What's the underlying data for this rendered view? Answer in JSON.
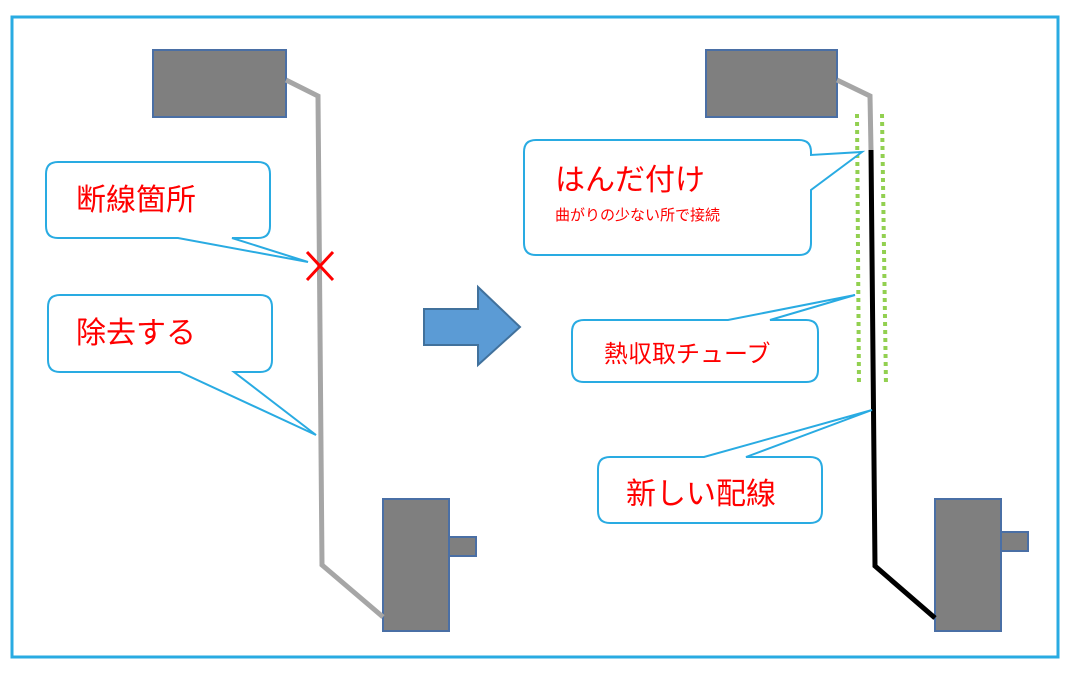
{
  "colors": {
    "frame": "#29abe2",
    "box": "#7f7f7f",
    "old_wire": "#a6a6a6",
    "new_wire": "#000000",
    "tube": "#92d050",
    "arrow": "#5b9bd5",
    "callout_border": "#29abe2",
    "text": "#ff0000",
    "cross": "#ff0000"
  },
  "left": {
    "break_label": "断線箇所",
    "remove_label": "除去する"
  },
  "right": {
    "solder_label": "はんだ付け",
    "solder_note": "曲がりの少ない所で接続",
    "tube_label": "熱収取チューブ",
    "new_wire_label": "新しい配線"
  },
  "icons": {
    "break_mark": "cross-icon",
    "direction": "right-arrow-icon"
  }
}
